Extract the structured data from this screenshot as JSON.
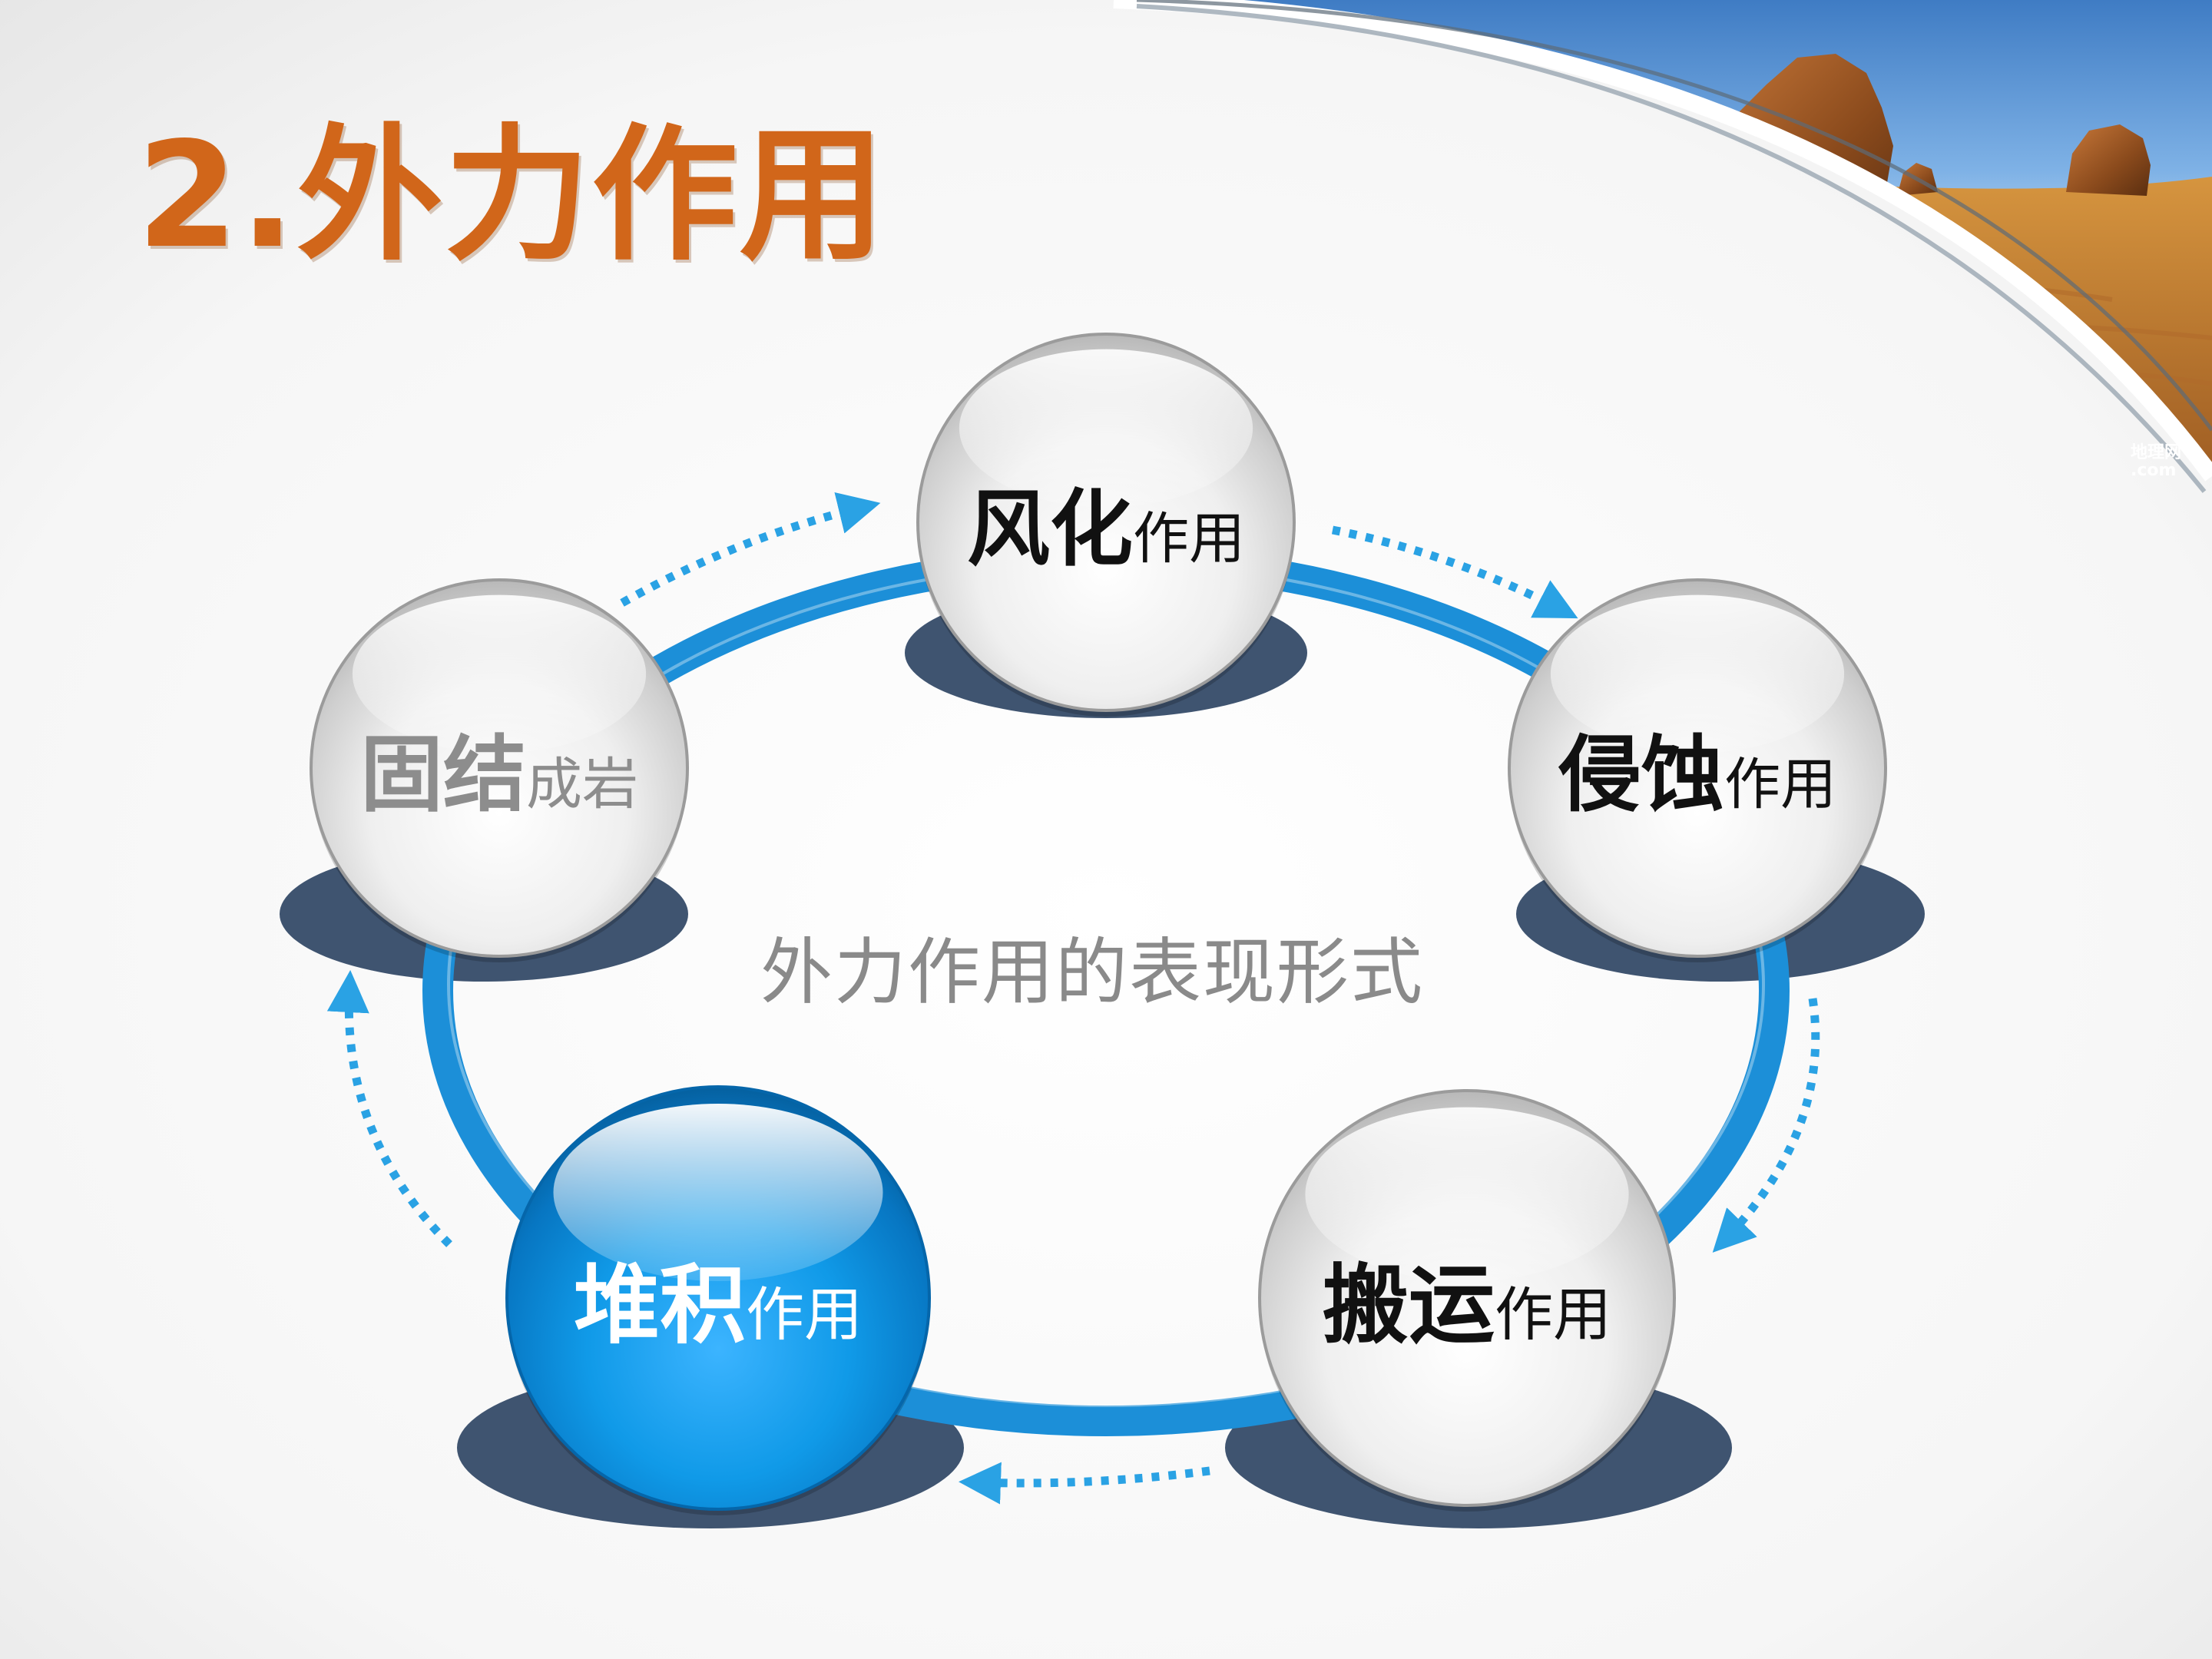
{
  "slide": {
    "title": "2.外力作用",
    "center_label": "外力作用的表现形式",
    "watermark": [
      "地理网",
      ".com"
    ]
  },
  "nodes": [
    {
      "id": "weathering",
      "strong": "风化",
      "weak": "作用",
      "style": "white"
    },
    {
      "id": "erosion",
      "strong": "侵蚀",
      "weak": "作用",
      "style": "white"
    },
    {
      "id": "transport",
      "strong": "搬运",
      "weak": "作用",
      "style": "white"
    },
    {
      "id": "deposition",
      "strong": "堆积",
      "weak": "作用",
      "style": "blue"
    },
    {
      "id": "lithification",
      "strong": "固结",
      "weak": "成岩",
      "style": "gray"
    }
  ],
  "colors": {
    "title": "#d1661a",
    "ring": "#1c8fd8",
    "arrow": "#2aa2e4",
    "base": "#3f5470",
    "blue_sphere": "#0a84d0",
    "label_dark": "#111111",
    "label_gray": "#8d8d8d",
    "center_label": "#8a8a8a"
  }
}
